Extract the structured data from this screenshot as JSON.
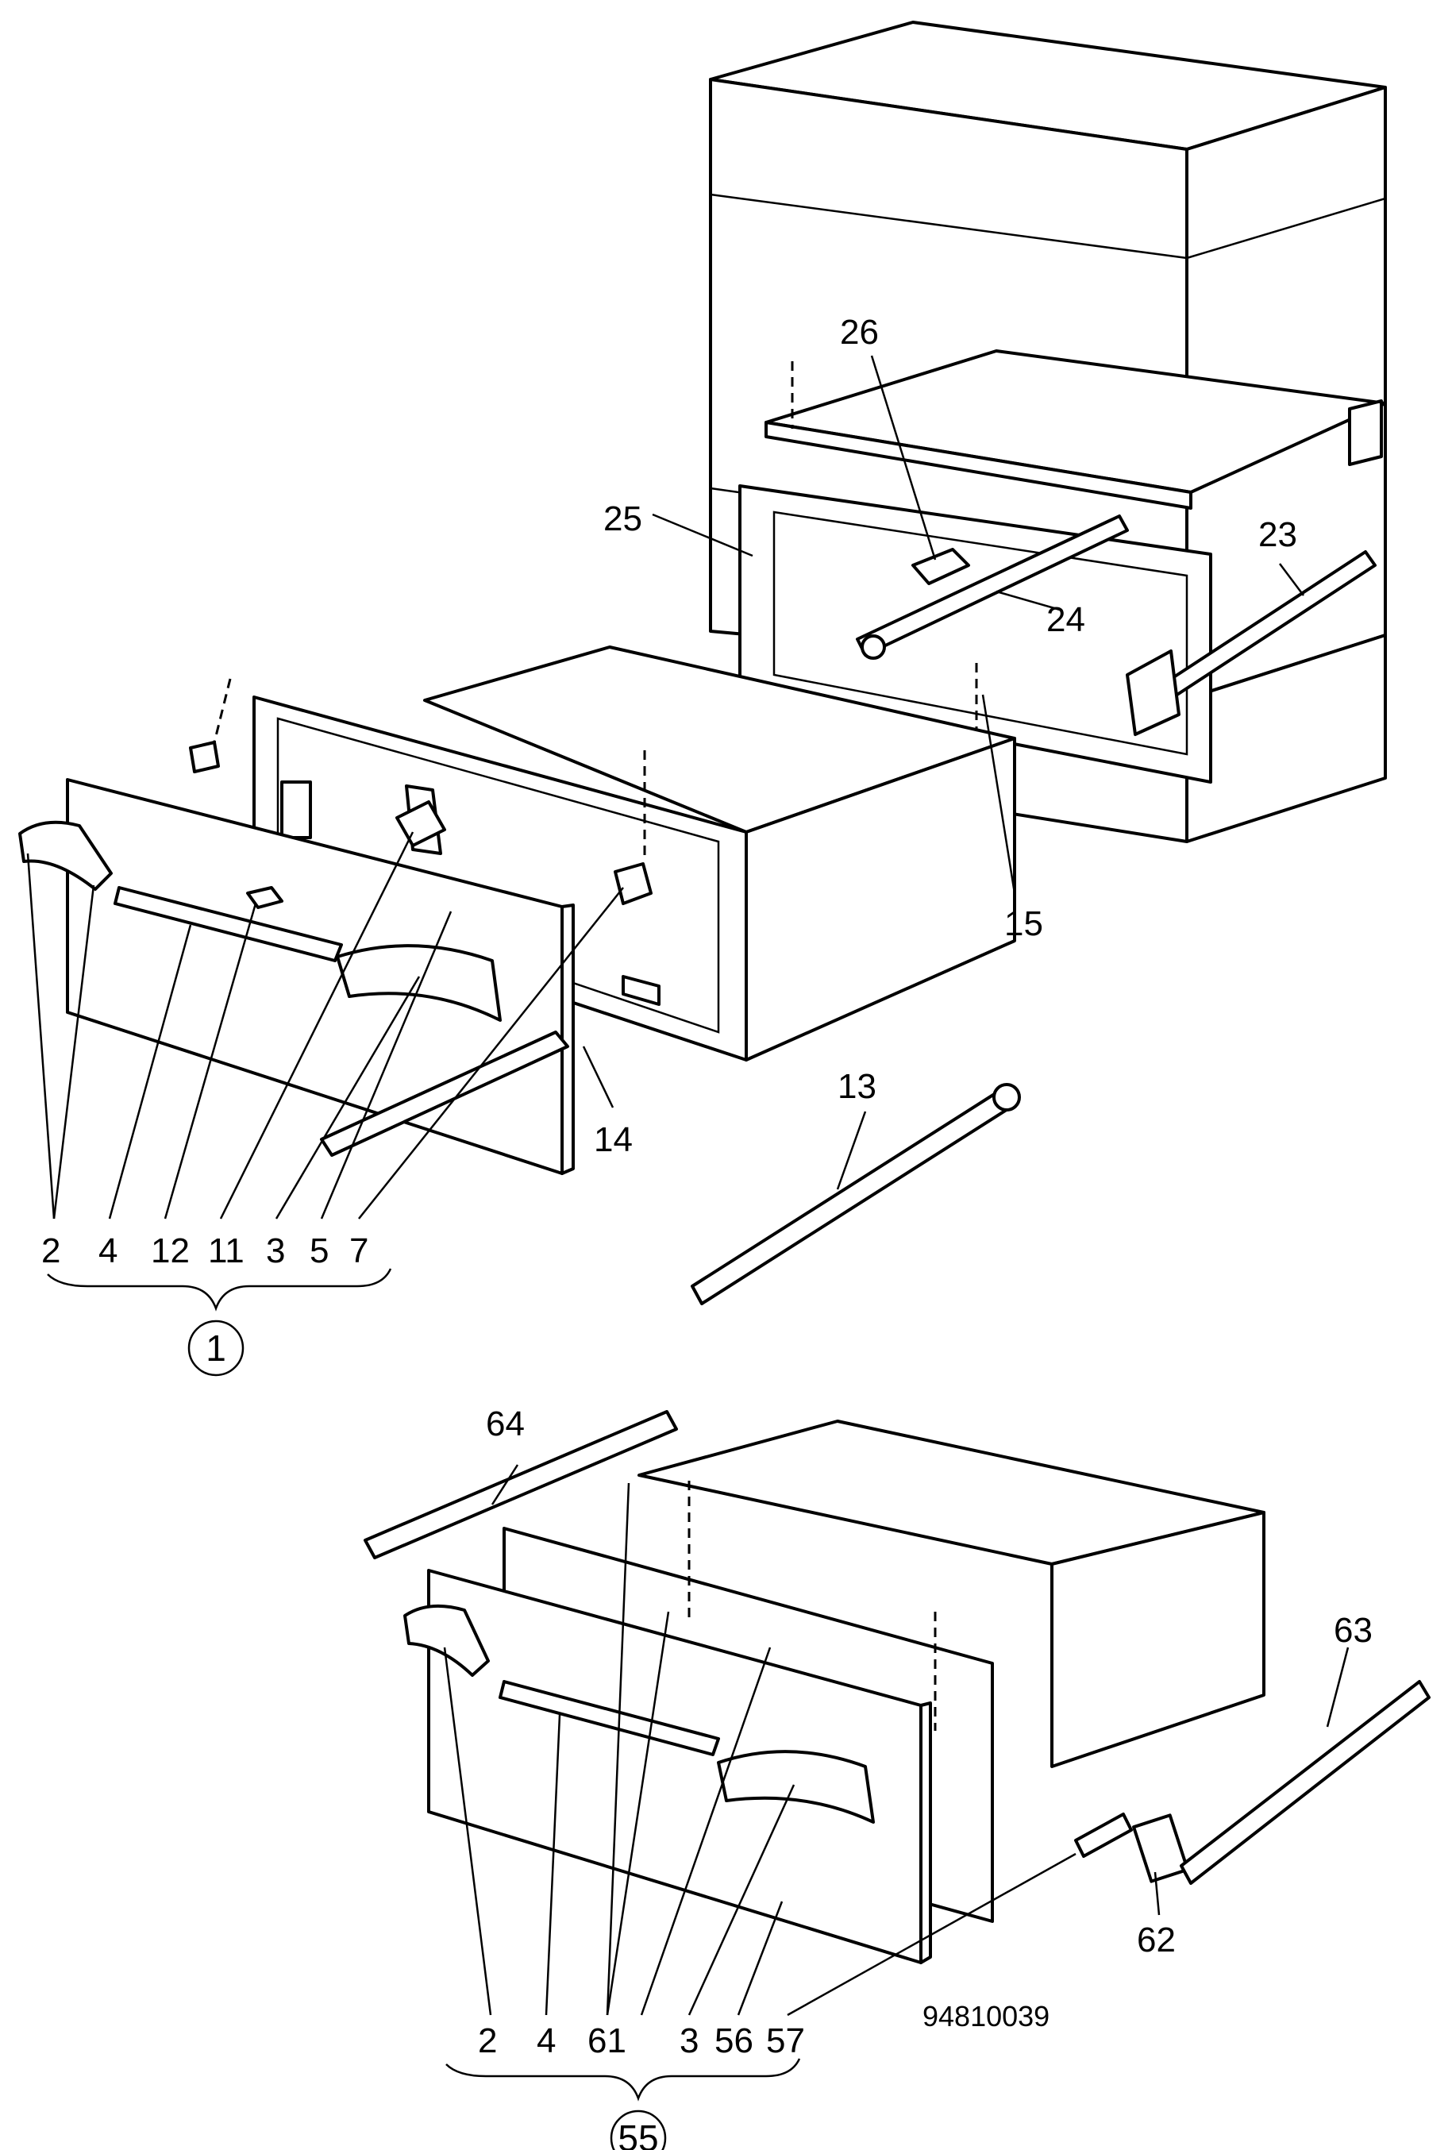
{
  "upper_assembly": {
    "callouts": {
      "c26": "26",
      "c25": "25",
      "c23": "23",
      "c24": "24",
      "c15": "15",
      "c13": "13",
      "c14": "14"
    },
    "bottom_row": [
      "2",
      "4",
      "12",
      "11",
      "3",
      "5",
      "7"
    ],
    "group_label": "1"
  },
  "lower_assembly": {
    "callouts": {
      "c64": "64",
      "c63": "63",
      "c62": "62"
    },
    "bottom_row": [
      "2",
      "4",
      "61",
      "3",
      "56",
      "57"
    ],
    "group_label": "55"
  },
  "reference_number": "94810039"
}
